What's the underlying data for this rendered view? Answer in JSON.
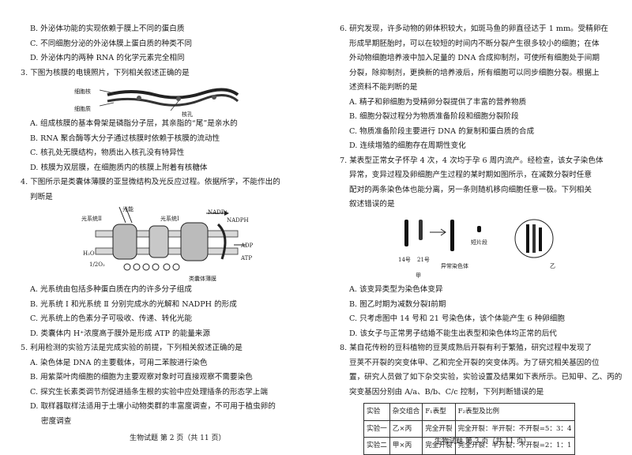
{
  "left": {
    "q2_opts": [
      "B. 外泌体功能的实现依赖于膜上不同的蛋白质",
      "C. 不同细胞分泌的外泌体膜上蛋白质的种类不同",
      "D. 外泌体内的两种 RNA 的化学元素完全相同"
    ],
    "q3": {
      "stem": "3. 下图为核膜的电镜照片，下列相关叙述正确的是",
      "fig_labels": [
        "细胞核",
        "细胞质",
        "核孔"
      ],
      "opts": [
        "A. 组成核膜的基本骨架是磷脂分子层，其亲脂的“尾”是亲水的",
        "B. RNA 聚合酶等大分子通过核膜时依赖于核膜的流动性",
        "C. 核孔处无膜结构，物质出入核孔没有特异性",
        "D. 核膜为双层膜，在细胞质内的核膜上附着有核糖体"
      ]
    },
    "q4": {
      "stem_l1": "4. 下图所示是类囊体薄膜的亚显微结构及光反应过程。依据所学，不能作出的",
      "stem_l2": "判断是",
      "fig_labels": [
        "光能",
        "光系统Ⅱ",
        "NADP⁺",
        "NADPH",
        "H₂O",
        "1/2O₂",
        "ADP",
        "ATP",
        "类囊体薄膜",
        "光系统Ⅰ"
      ],
      "opts": [
        "A. 光系统由包括多种蛋白质在内的许多分子组成",
        "B. 光系统 Ⅰ 和光系统 Ⅱ 分别完成水的光解和 NADPH 的形成",
        "C. 光系统上的色素分子可吸收、传递、转化光能",
        "D. 类囊体内 H⁺浓度高于膜外是形成 ATP 的能量来源"
      ]
    },
    "q5": {
      "stem": "5. 利用检测的实验方法是完成实验的前提，下列相关叙述正确的是",
      "opts": [
        "A. 染色体是 DNA 的主要载体，可用二苯胺进行染色",
        "B. 用紫菜叶肉细胞的细胞为主要观察对象时可直接观察不需要染色",
        "C. 探究生长素类调节剂促进插条生根的实验中应处理插条的形态学上端",
        "D. 取样器取样法适用于土壤小动物类群的丰富度调查，不可用于植虫卵的"
      ],
      "last_line": "密度调查"
    },
    "footer": "生物试题 第 2 页（共 11 页）"
  },
  "right": {
    "q6": {
      "lines": [
        "6. 研究发现，许多动物的卵体积较大，如斑马鱼的卵直径达于 1 mm。受精卵在",
        "形成早期胚胎时，可以在较短的时间内不断分裂产生很多较小的细胞；在体",
        "外动物细胞培养液中加入足量的 DNA 合成抑制剂，可使所有细胞处于间期",
        "分裂，除抑制剂，更换新的培养液后，所有细胞可以同步细胞分裂。根据上",
        "述资料不能判断的是"
      ],
      "opts": [
        "A. 精子和卵细胞为受精卵分裂提供了丰富的营养物质",
        "B. 细胞分裂过程分为物质准备阶段和细胞分裂阶段",
        "C. 物质准备阶段主要进行 DNA 的复制和蛋白质的合成",
        "D. 连续增殖的细胞存在周期性变化"
      ]
    },
    "q7": {
      "lines": [
        "7. 某表型正常女子怀孕 4 次，4 次均于孕 6 周内流产。经检查，该女子染色体",
        "异常，变异过程及卵细胞产生过程的某时期如图所示，在减数分裂时任意",
        "配对的两条染色体也能分离，另一条则随机移向细胞任意一极。下列相关",
        "叙述错误的是"
      ],
      "fig_labels": [
        "14号",
        "21号",
        "异常染色体",
        "甲",
        "短片段",
        "乙"
      ],
      "opts": [
        "A. 该变异类型为染色体变异",
        "B. 图乙时期为减数分裂Ⅰ前期",
        "C. 只考虑图中 14 号和 21 号染色体，该个体能产生 6 种卵细胞",
        "D. 该女子与正常男子结婚不能生出表型和染色体均正常的后代"
      ]
    },
    "q8": {
      "lines": [
        "8. 某自花传粉的豆科植物的豆荚成熟后开裂有利于繁殖，研究过程中发现了",
        "豆荚不开裂的突变体甲、乙和完全开裂的突变体丙。为了研究相关基因的位",
        "置，研究人员做了如下杂交实验，实验设置及结果如下表所示。已知甲、乙、丙的",
        "突变基因分别由 A/a、B/b、C/c 控制，下列判断错误的是"
      ],
      "table": {
        "headers": [
          "实验",
          "杂交组合",
          "F₁表型",
          "F₂表型及比例"
        ],
        "rows": [
          [
            "实验一",
            "乙×丙",
            "完全开裂",
            "完全开裂：半开裂：不开裂=5：3：4"
          ],
          [
            "实验二",
            "甲×丙",
            "完全开裂",
            "完全开裂：半开裂：不开裂=2：1：1"
          ]
        ]
      }
    },
    "footer": "生物试题 第 3 页（共 11 页）"
  }
}
